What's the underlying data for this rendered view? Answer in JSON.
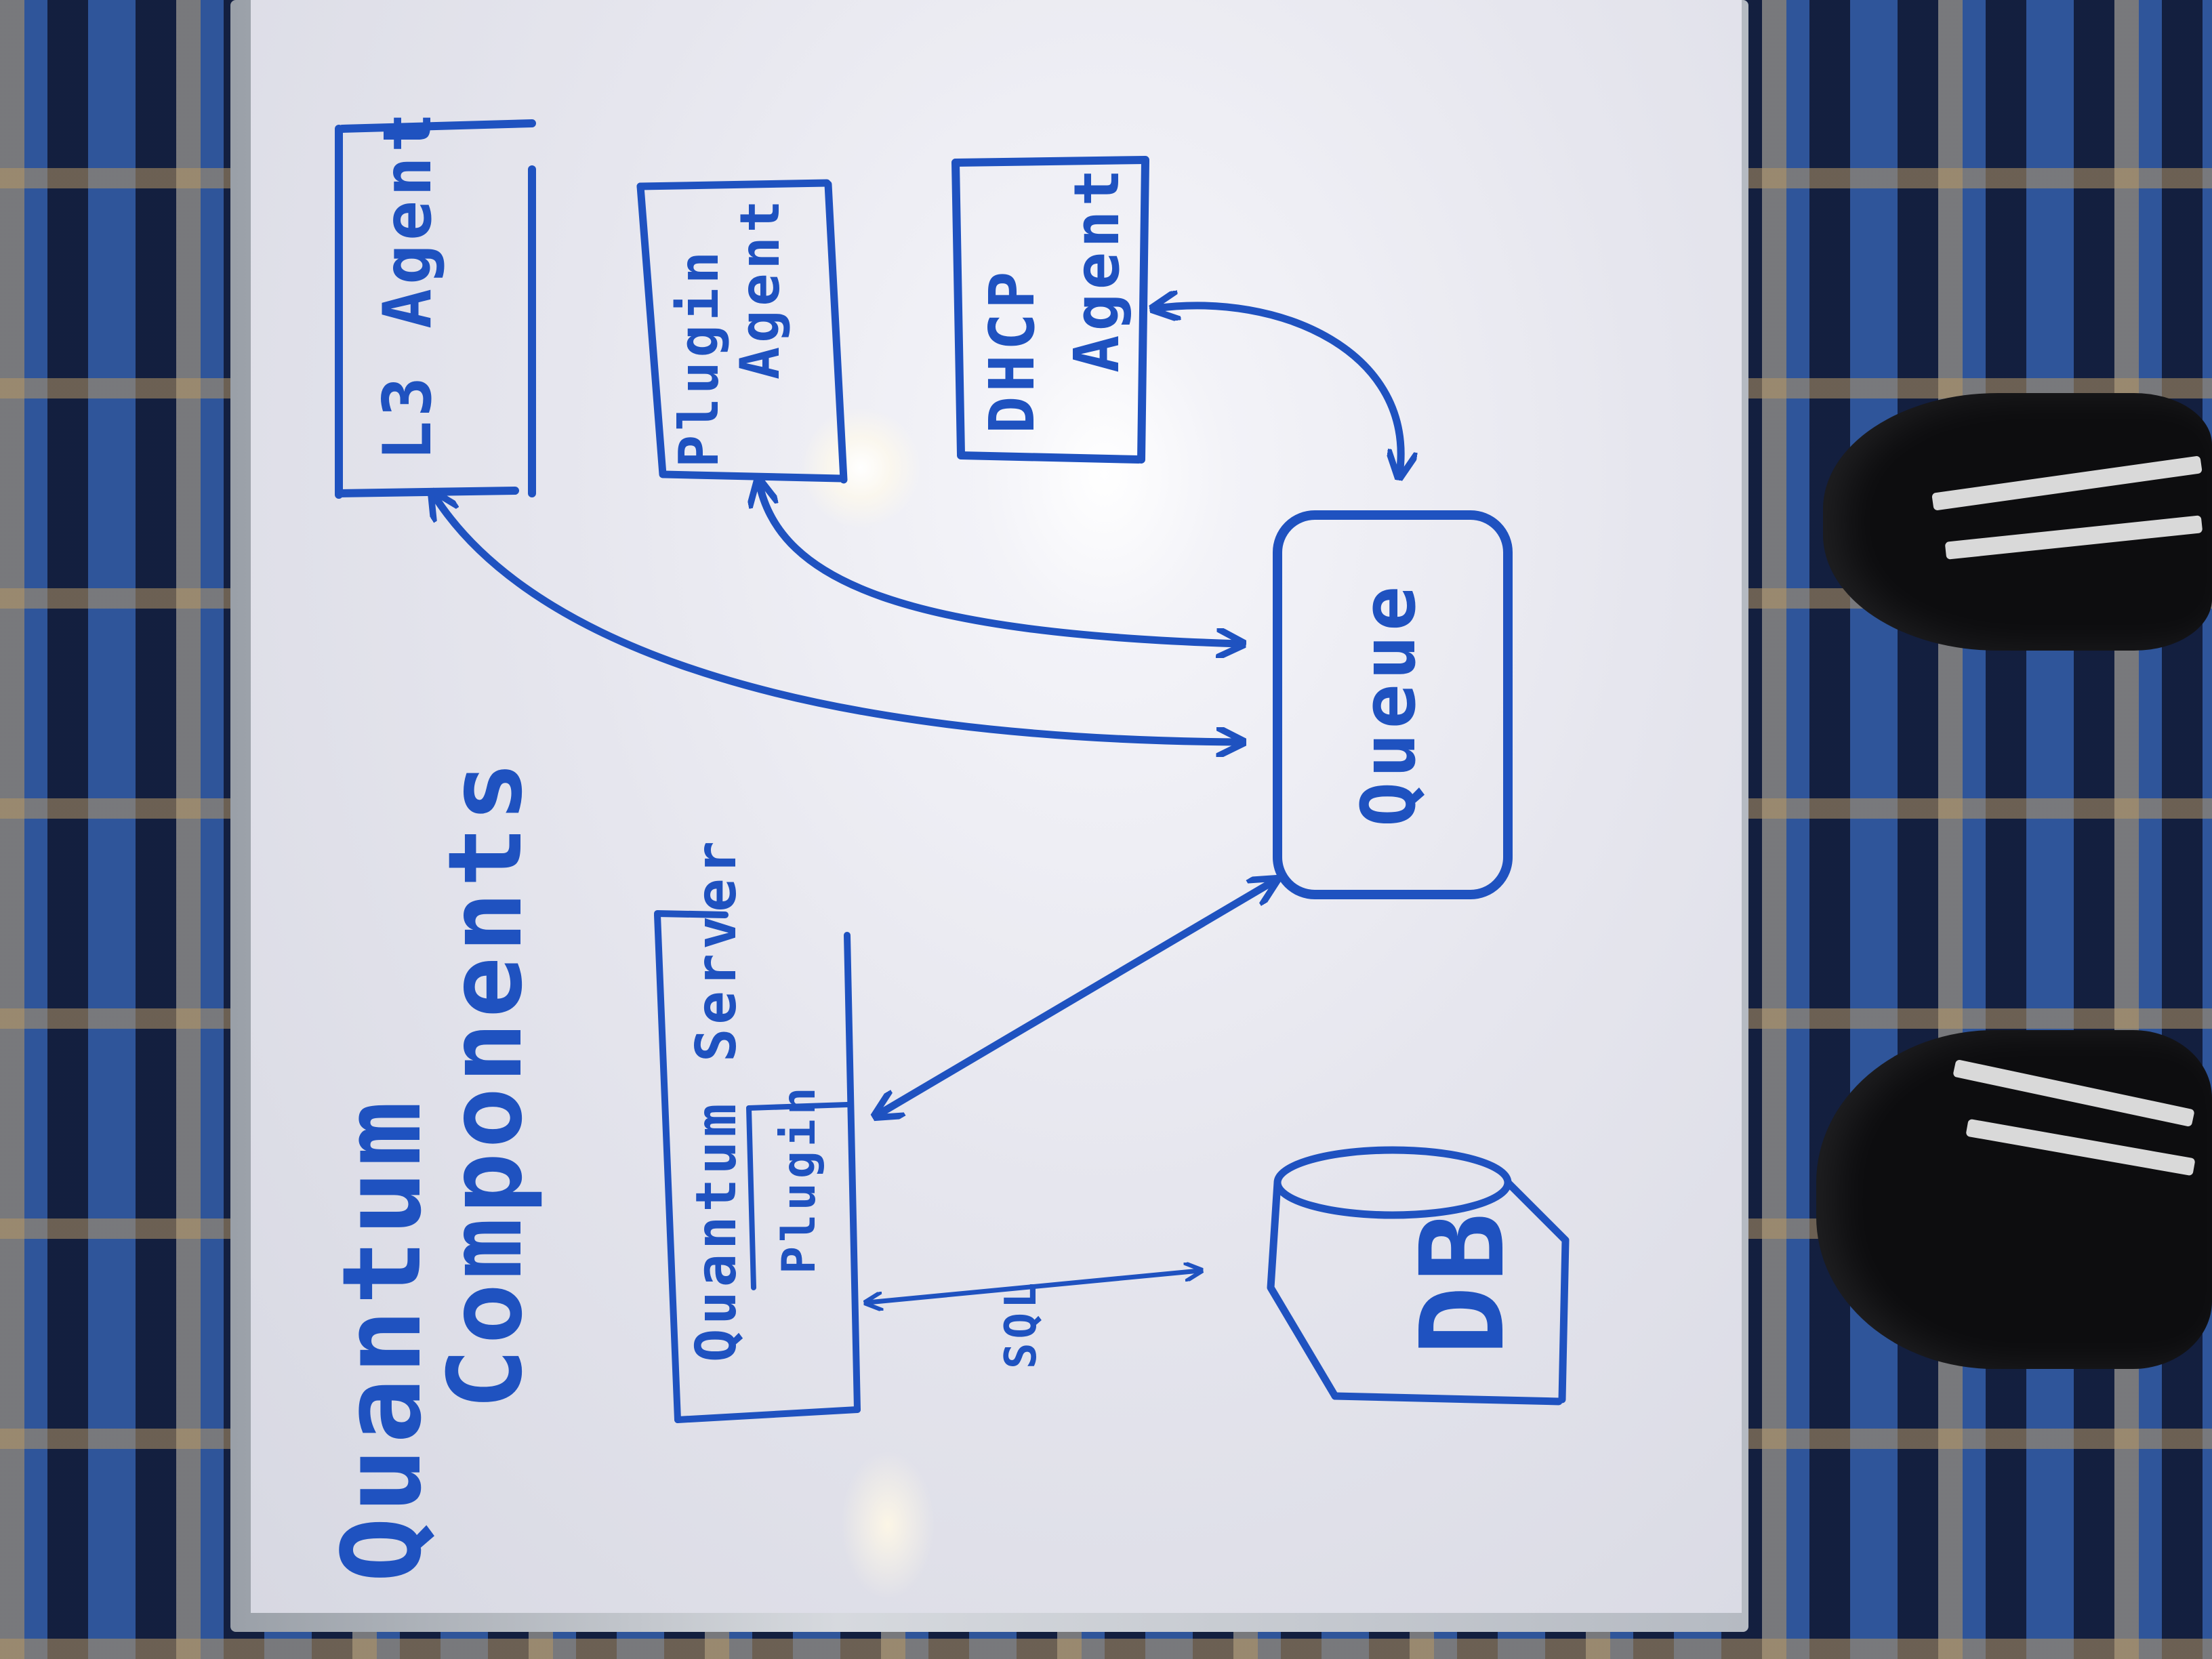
{
  "diagram": {
    "title_line1": "Quantum",
    "title_line2": "Components",
    "nodes": {
      "l3_agent": "L3 Agent",
      "plugin_agent_line1": "Plugin",
      "plugin_agent_line2": "Agent",
      "dhcp_agent_line1": "DHCP",
      "dhcp_agent_line2": "Agent",
      "queue": "Queue",
      "quantum_server": "Quantum Server",
      "plugin": "Plugin",
      "db": "DB"
    },
    "edge_labels": {
      "sql": "SQL"
    }
  },
  "colors": {
    "marker_ink": "#1f52c0",
    "board": "#ececf2",
    "carpet": "#1b2f63"
  }
}
